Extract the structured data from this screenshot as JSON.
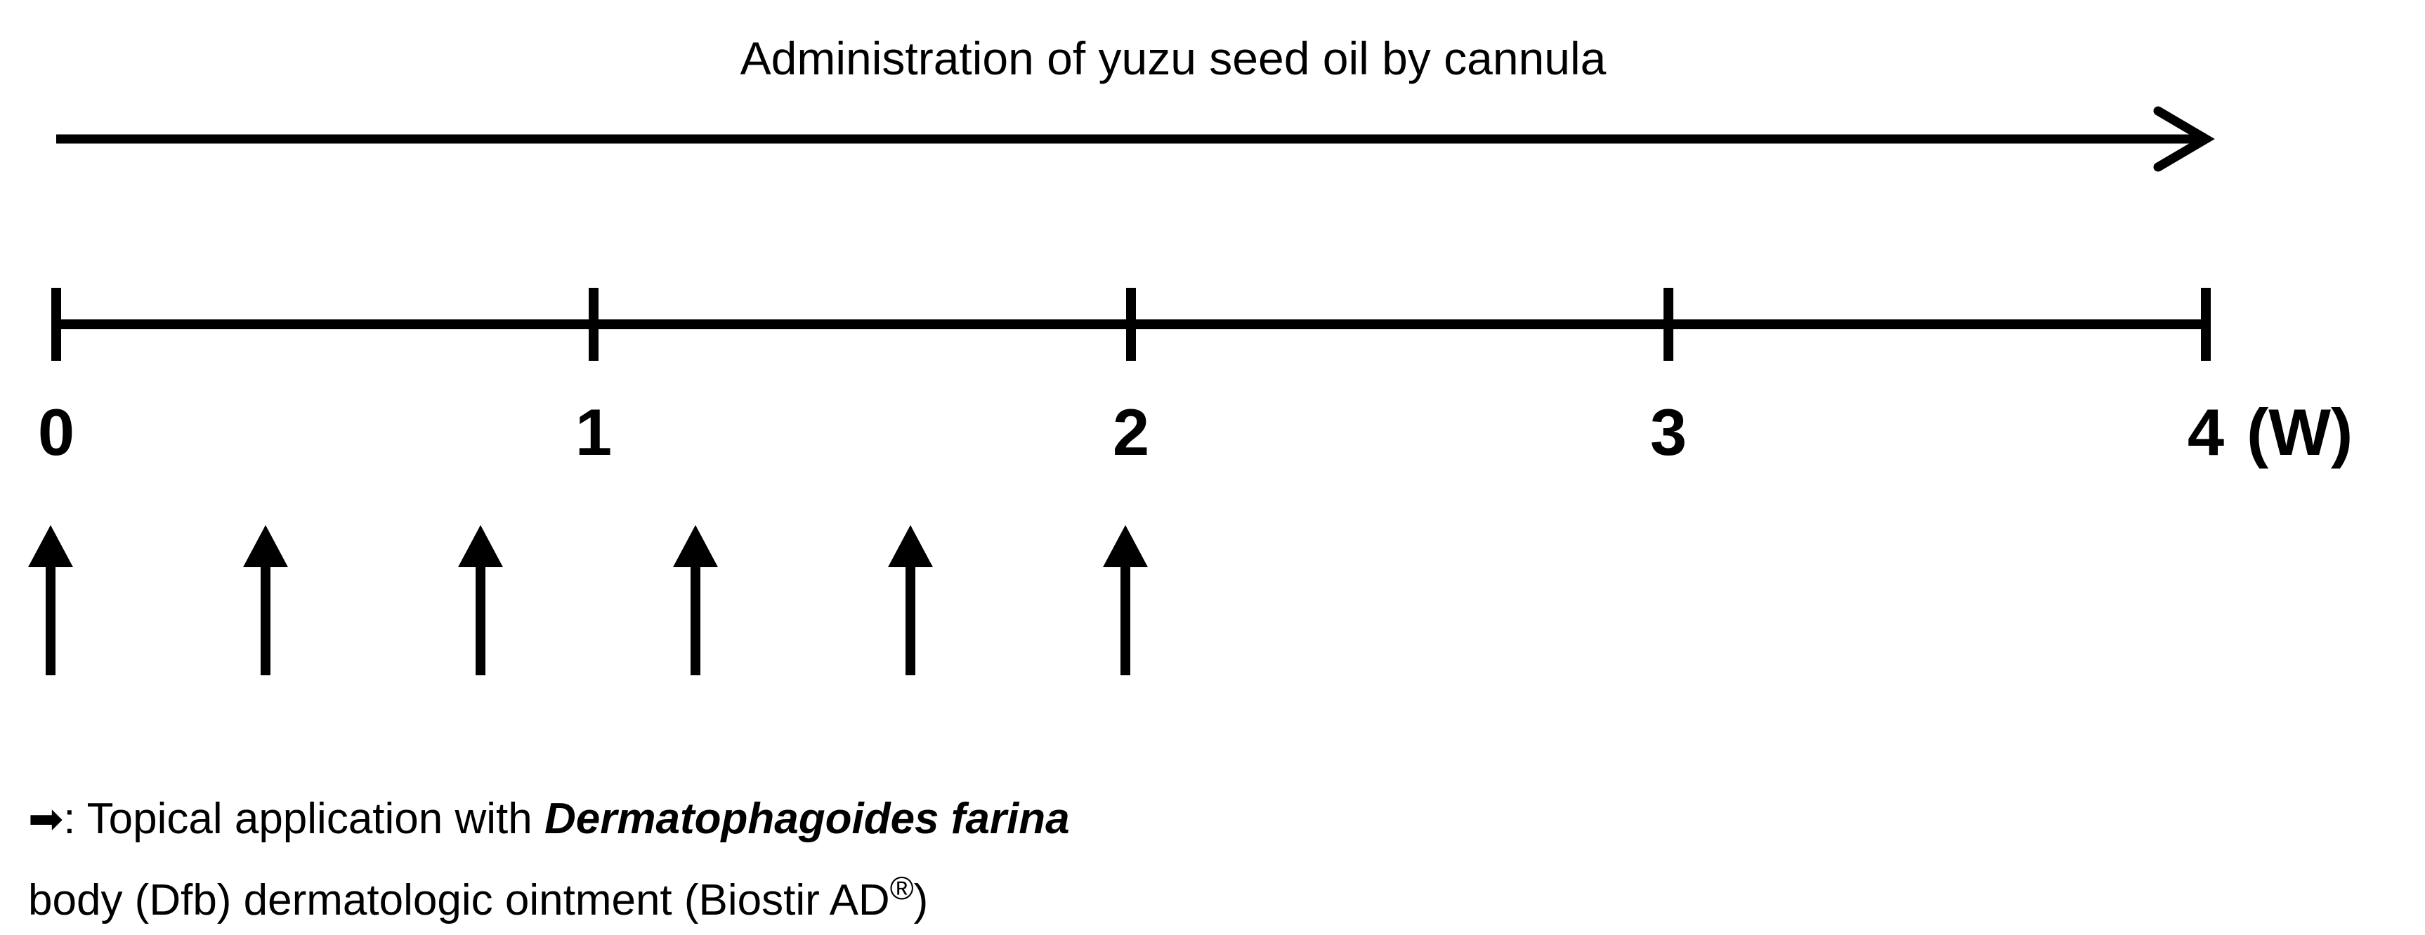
{
  "title": "Administration of yuzu seed oil by cannula",
  "timeline": {
    "ticks": [
      "0",
      "1",
      "2",
      "3",
      "4"
    ],
    "unit": "(W)",
    "application_weeks": [
      0,
      0.4,
      0.8,
      1.2,
      1.6,
      2.0
    ]
  },
  "legend": {
    "marker": "➡",
    "prefix": ": Topical application with ",
    "species": "Dermatophagoides farina",
    "line2_main": "body (Dfb) dermatologic ointment (Biostir AD",
    "registered": "®",
    "line2_end": ")"
  },
  "colors": {
    "ink": "#000000",
    "background": "#ffffff"
  }
}
